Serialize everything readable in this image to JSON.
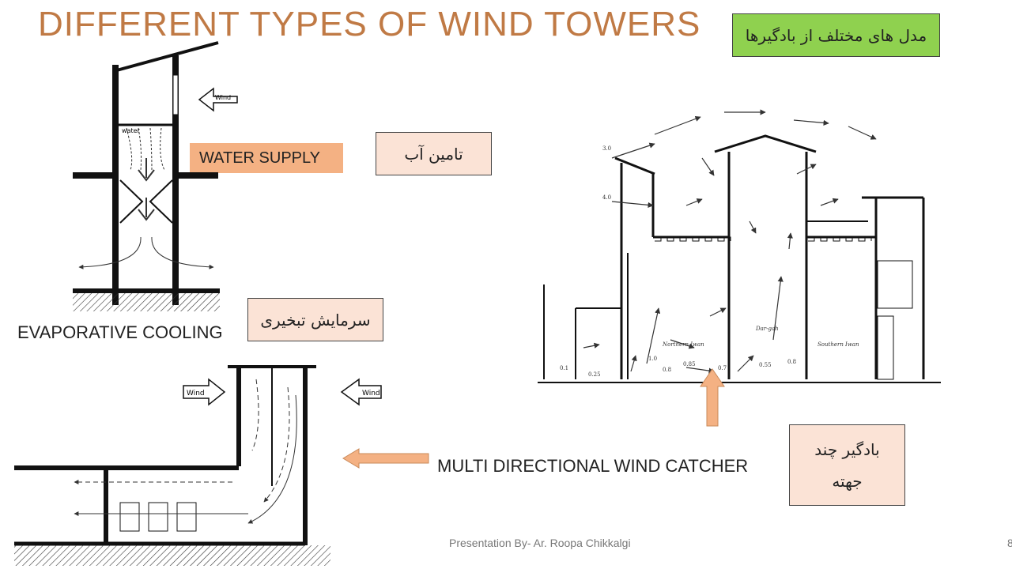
{
  "slide": {
    "title": "DIFFERENT TYPES OF WIND TOWERS",
    "persian_title": "مدل های مختلف از بادگیرها",
    "water_supply_label": "WATER SUPPLY",
    "water_supply_persian": "تامین آب",
    "evaporative_label": "EVAPORATIVE COOLING",
    "evaporative_persian": "سرمایش تبخیری",
    "multi_label": "MULTI DIRECTIONAL WIND CATCHER",
    "multi_persian_line1": "بادگیر چند",
    "multi_persian_line2": "جهته",
    "footer": "Presentation By- Ar. Roopa Chikkalgi",
    "page_number": "8"
  },
  "diagram_text": {
    "wind_label_top": "Wind",
    "water_text": "water",
    "wind_label_left": "Wind",
    "wind_label_right": "Wind",
    "northern_iwan": "Northern Iwan",
    "southern_iwan": "Southern Iwan",
    "dar_gah": "Dar-gah",
    "v1": "3.0",
    "v2": "4.0",
    "v3": "0.1",
    "v4": "0.25",
    "v5": "1.0",
    "v6": "0.8",
    "v7": "0.85",
    "v8": "0.7",
    "v9": "0.55",
    "v10": "0.8"
  },
  "colors": {
    "title": "#c07a45",
    "green_box": "#8fd14f",
    "peach_box": "#fbe3d6",
    "orange": "#f4b183"
  }
}
